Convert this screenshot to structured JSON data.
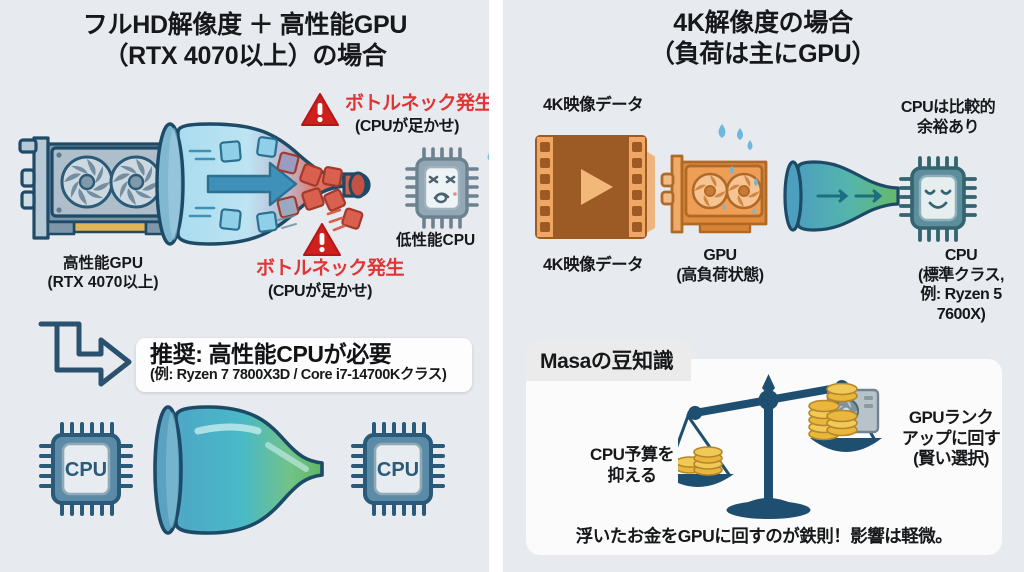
{
  "meta": {
    "colors": {
      "panel_bg": "#e7eaee",
      "divider": "#ffffff",
      "text_dark": "#17181a",
      "alert_red": "#e03535",
      "warn_triangle": "#cf2020",
      "blue_deep": "#1f4a68",
      "blue_mid": "#3f87ab",
      "teal": "#49b6c4",
      "green": "#63b463",
      "orange_card": "#e8944a",
      "film_brown": "#9c5a24",
      "film_sprocket": "#f0a763",
      "coin_gold": "#e8b73c",
      "scale_navy": "#1f4f70"
    }
  },
  "left_panel": {
    "title": "フルHD解像度 ＋ 高性能GPU\n（RTX 4070以上）の場合",
    "gpu_label": "高性能GPU\n(RTX 4070以上)",
    "bottleneck_top": {
      "headline": "ボトルネック発生",
      "sub": "(CPUが足かせ)"
    },
    "bottleneck_bottom": {
      "headline": "ボトルネック発生",
      "sub": "(CPUが足かせ)"
    },
    "weak_cpu_label": "低性能CPU",
    "recommendation": {
      "line1": "推奨: 高性能CPUが必要",
      "line2": "(例: Ryzen 7 7800X3D / Core i7-14700Kクラス)"
    },
    "chip_left_label": "CPU",
    "chip_right_label": "CPU"
  },
  "right_panel": {
    "title": "4K解像度の場合\n（負荷は主にGPU）",
    "video_label_top": "4K映像データ",
    "video_label_bottom": "4K映像データ",
    "gpu_label": "GPU\n(高負荷状態)",
    "cpu_note": "CPUは比較的\n余裕あり",
    "cpu_label": "CPU\n(標準クラス,\n例: Ryzen 5 7600X)",
    "tip": {
      "tab_label": "Masaの豆知識",
      "left_label": "CPU予算を\n抑える",
      "right_label": "GPUランク\nアップに回す\n(賢い選択)",
      "footer": "浮いたお金をGPUに回すのが鉄則！影響は軽微。"
    }
  }
}
